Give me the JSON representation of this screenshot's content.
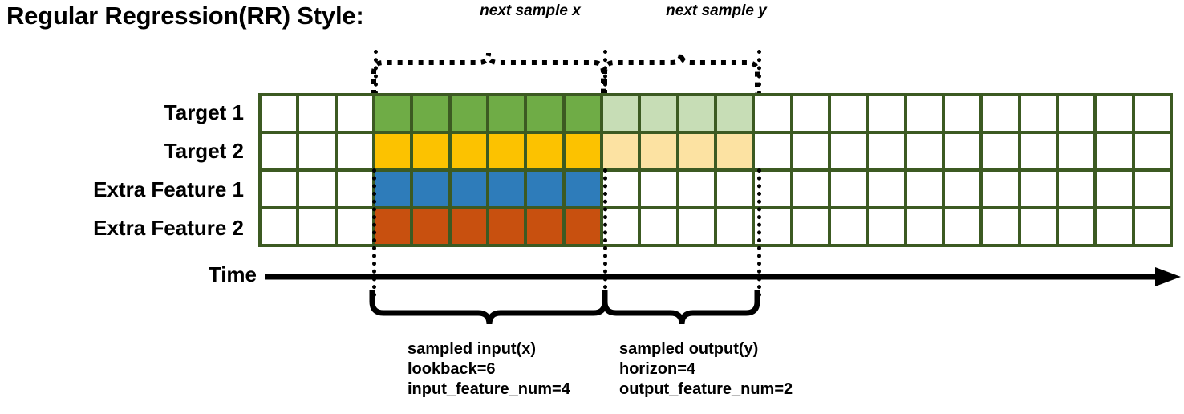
{
  "title": "Regular Regression(RR) Style:",
  "annotations": {
    "next_sample_x": "next sample x",
    "next_sample_y": "next sample y"
  },
  "rows": [
    {
      "label": "Target 1",
      "color": "#6fac46",
      "light_color": "#c7ddb6"
    },
    {
      "label": "Target 2",
      "color": "#fcc200",
      "light_color": "#fce2a2"
    },
    {
      "label": "Extra Feature 1",
      "color": "#2e7cba",
      "light_color": null
    },
    {
      "label": "Extra Feature 2",
      "color": "#c8500f",
      "light_color": null
    }
  ],
  "grid": {
    "total_columns": 24,
    "leading_blank_columns": 3,
    "input_columns": 6,
    "output_columns": 4,
    "grid_line_color": "#3c5a22",
    "cell_states": [
      [
        "blank",
        "blank",
        "blank",
        "green",
        "green",
        "green",
        "green",
        "green",
        "green",
        "green-light",
        "green-light",
        "green-light",
        "green-light",
        "blank",
        "blank",
        "blank",
        "blank",
        "blank",
        "blank",
        "blank",
        "blank",
        "blank",
        "blank",
        "blank"
      ],
      [
        "blank",
        "blank",
        "blank",
        "yellow",
        "yellow",
        "yellow",
        "yellow",
        "yellow",
        "yellow",
        "yellow-light",
        "yellow-light",
        "yellow-light",
        "yellow-light",
        "blank",
        "blank",
        "blank",
        "blank",
        "blank",
        "blank",
        "blank",
        "blank",
        "blank",
        "blank",
        "blank"
      ],
      [
        "blank",
        "blank",
        "blank",
        "blue",
        "blue",
        "blue",
        "blue",
        "blue",
        "blue",
        "blank",
        "blank",
        "blank",
        "blank",
        "blank",
        "blank",
        "blank",
        "blank",
        "blank",
        "blank",
        "blank",
        "blank",
        "blank",
        "blank",
        "blank"
      ],
      [
        "blank",
        "blank",
        "blank",
        "orange",
        "orange",
        "orange",
        "orange",
        "orange",
        "orange",
        "blank",
        "blank",
        "blank",
        "blank",
        "blank",
        "blank",
        "blank",
        "blank",
        "blank",
        "blank",
        "blank",
        "blank",
        "blank",
        "blank",
        "blank"
      ]
    ]
  },
  "axis": {
    "time_label": "Time"
  },
  "captions": {
    "input": {
      "line1": "sampled input(x)",
      "line2": "lookback=6",
      "line3": "input_feature_num=4"
    },
    "output": {
      "line1": "sampled output(y)",
      "line2": "horizon=4",
      "line3": "output_feature_num=2"
    }
  }
}
